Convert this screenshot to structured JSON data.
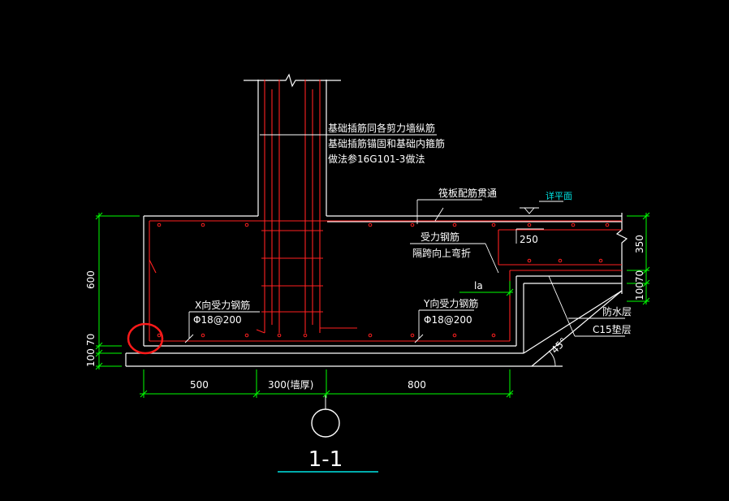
{
  "colors": {
    "background": "#000000",
    "outline": "#ffffff",
    "rebar": "#ff2020",
    "dimension": "#00ff00",
    "leader": "#ffffff",
    "highlight": "#ff1a1a",
    "cyan": "#00e5e5"
  },
  "notes": {
    "wall_dowel_1": "基础插筋同各剪力墙纵筋",
    "wall_dowel_2": "基础插筋锚固和基础内箍筋",
    "wall_dowel_3": "做法参16G101-3做法",
    "raft_through": "筏板配筋贯通",
    "stress_bar": "受力钢筋",
    "bend_up": "隔跨向上弯折",
    "x_bar_label": "X向受力钢筋",
    "x_bar_spec": "Φ18@200",
    "y_bar_label": "Y向受力钢筋",
    "y_bar_spec": "Φ18@200",
    "waterproof": "防水层",
    "cushion": "C15垫层",
    "ref_level": "详平面",
    "anchor_len": "la",
    "slope": "45°"
  },
  "dimensions": {
    "bottom_left": "500",
    "bottom_wall": "300(墙厚)",
    "bottom_right": "800",
    "left_height": "600",
    "left_cover": "70",
    "left_cushion": "100",
    "right_350": "350",
    "right_70": "70",
    "right_100": "100",
    "step_250": "250"
  },
  "section": {
    "label": "1-1"
  }
}
